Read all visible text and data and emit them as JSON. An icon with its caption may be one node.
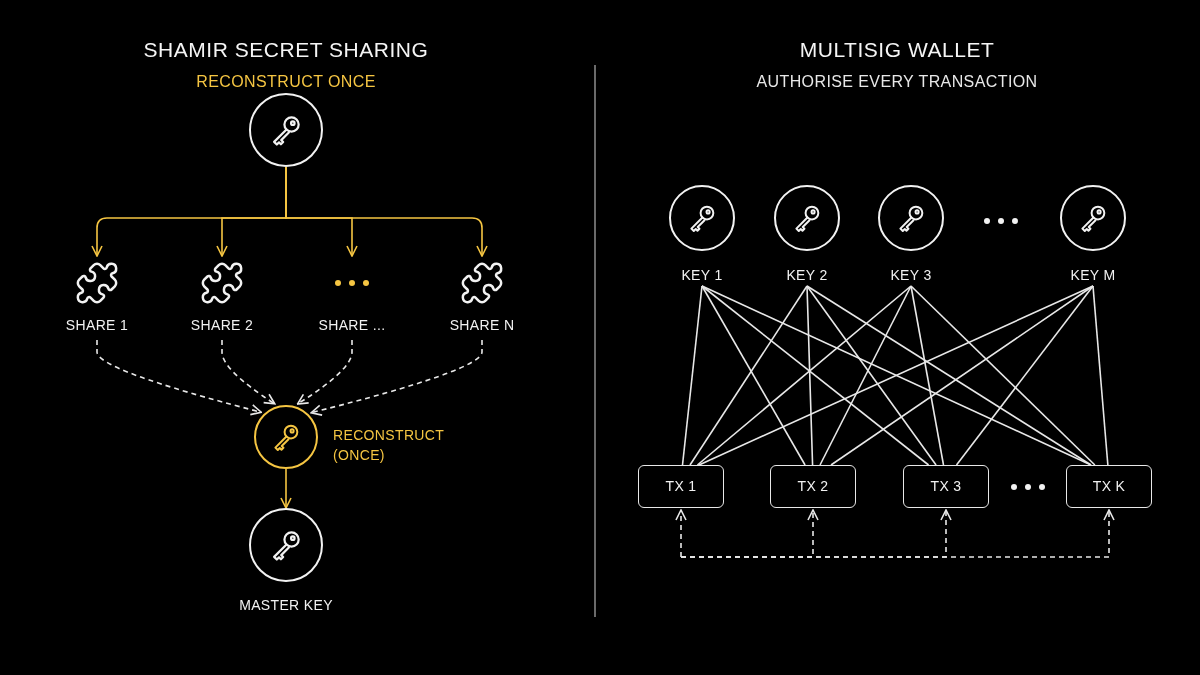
{
  "diagram": {
    "nodes": [
      {
        "text": [],
        "shape": "circle"
      },
      {
        "text": [
          "SHARE 1"
        ]
      },
      {
        "text": [
          "SHARE 2"
        ]
      },
      {
        "text": [
          "SHARE ..."
        ]
      },
      {
        "text": [
          "SHARE N"
        ]
      },
      {
        "text": [],
        "shape": "circle",
        "beside": [
          "RECONSTRUCT (ONCE)"
        ]
      },
      {
        "text": [
          "MASTER KEY"
        ]
      },
      {
        "text": [
          "KEY 1"
        ]
      },
      {
        "text": [
          "KEY 2"
        ]
      },
      {
        "text": [
          "KEY 3"
        ]
      },
      {
        "text": [
          "KEY M"
        ]
      },
      {
        "text": [
          "TX 1"
        ]
      },
      {
        "text": [
          "TX 2"
        ]
      },
      {
        "text": [
          "TX 3"
        ]
      },
      {
        "text": [
          "TX K"
        ]
      }
    ],
    "edges": [
      {
        "from": 0,
        "to": 1,
        "arrow": "to",
        "color": "#f5c542"
      },
      {
        "from": 0,
        "to": 2,
        "arrow": "to",
        "color": "#f5c542"
      },
      {
        "from": 0,
        "to": 3,
        "arrow": "to",
        "color": "#f5c542"
      },
      {
        "from": 0,
        "to": 4,
        "arrow": "to",
        "color": "#f5c542"
      },
      {
        "from": 1,
        "to": 5,
        "arrow": "to",
        "style": "dashed"
      },
      {
        "from": 2,
        "to": 5,
        "arrow": "to",
        "style": "dashed"
      },
      {
        "from": 3,
        "to": 5,
        "arrow": "to",
        "style": "dashed"
      },
      {
        "from": 4,
        "to": 5,
        "arrow": "to",
        "style": "dashed"
      },
      {
        "from": 5,
        "to": 6,
        "arrow": "to",
        "color": "#f5c542"
      },
      {
        "from": 7,
        "to": 11,
        "arrow": "none"
      },
      {
        "from": 7,
        "to": 12,
        "arrow": "none"
      },
      {
        "from": 7,
        "to": 13,
        "arrow": "none"
      },
      {
        "from": 7,
        "to": 14,
        "arrow": "none"
      },
      {
        "from": 8,
        "to": 11,
        "arrow": "none"
      },
      {
        "from": 8,
        "to": 12,
        "arrow": "none"
      },
      {
        "from": 8,
        "to": 13,
        "arrow": "none"
      },
      {
        "from": 8,
        "to": 14,
        "arrow": "none"
      },
      {
        "from": 9,
        "to": 11,
        "arrow": "none"
      },
      {
        "from": 9,
        "to": 12,
        "arrow": "none"
      },
      {
        "from": 9,
        "to": 13,
        "arrow": "none"
      },
      {
        "from": 9,
        "to": 14,
        "arrow": "none"
      },
      {
        "from": 10,
        "to": 11,
        "arrow": "none"
      },
      {
        "from": 10,
        "to": 12,
        "arrow": "none"
      },
      {
        "from": 10,
        "to": 13,
        "arrow": "none"
      },
      {
        "from": 10,
        "to": 14,
        "arrow": "none"
      },
      {
        "from": null,
        "to": 11,
        "arrow": "to",
        "style": "dashed"
      },
      {
        "from": null,
        "to": 12,
        "arrow": "to",
        "style": "dashed"
      },
      {
        "from": null,
        "to": 13,
        "arrow": "to",
        "style": "dashed"
      },
      {
        "from": null,
        "to": 14,
        "arrow": "to",
        "style": "dashed"
      }
    ],
    "labels": [
      "SHAMIR SECRET SHARING",
      "RECONSTRUCT ONCE",
      "MULTISIG WALLET",
      "AUTHORISE EVERY TRANSACTION"
    ]
  }
}
